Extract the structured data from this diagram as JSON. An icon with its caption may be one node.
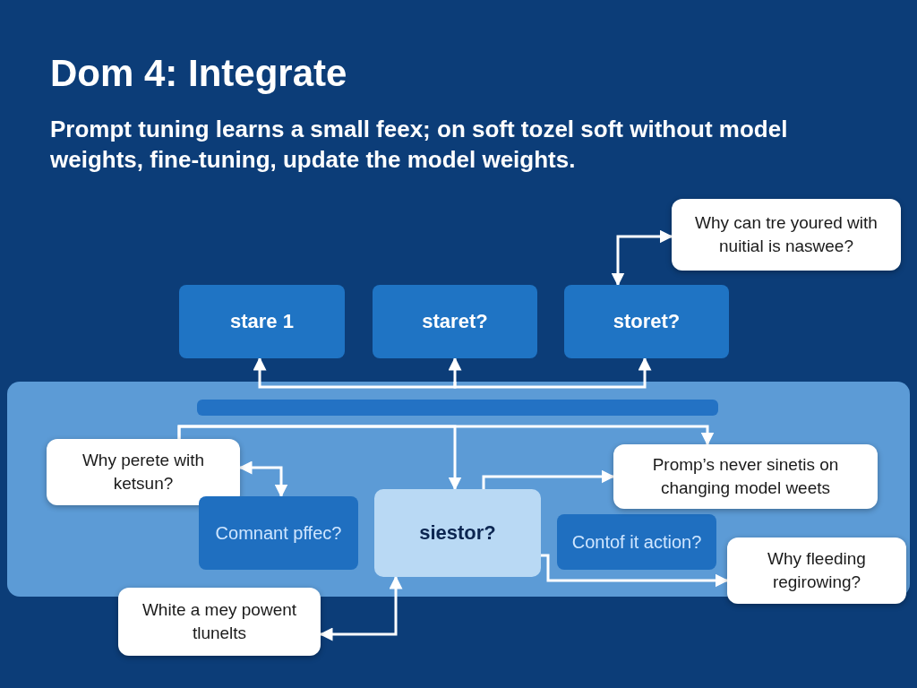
{
  "diagram": {
    "title": "Dom 4: Integrate",
    "nodes": [
      {
        "text": [
          "stare 1"
        ]
      },
      {
        "text": [
          "staret?"
        ]
      },
      {
        "text": [
          "storet?"
        ]
      },
      {
        "text": [
          "Why can tre youred with nuitial is naswee?"
        ]
      },
      {
        "text": [],
        "shape": "box"
      },
      {
        "text": [],
        "shape": "bar",
        "in": 4
      },
      {
        "text": [
          "Why perete with ketsun?"
        ],
        "in": 4
      },
      {
        "text": [
          "Comnant pffec?"
        ],
        "in": 4
      },
      {
        "text": [
          "siestor?"
        ],
        "in": 4
      },
      {
        "text": [
          "Contof it action?"
        ],
        "in": 4
      },
      {
        "text": [
          "Promp’s never sinetis on changing model weets"
        ],
        "in": 4
      },
      {
        "text": [
          "Why fleeding regirowing?"
        ]
      },
      {
        "text": [
          "White a mey powent tlunelts"
        ]
      }
    ],
    "edges": [
      {
        "from": 4,
        "to": 0,
        "arrow": "to"
      },
      {
        "from": 4,
        "to": 1,
        "arrow": "to"
      },
      {
        "from": 4,
        "to": 2,
        "arrow": "to"
      },
      {
        "from": 2,
        "to": 3,
        "arrow": "both"
      },
      {
        "from": 6,
        "to": 10,
        "arrow": "to"
      },
      {
        "from": 6,
        "to": 8,
        "arrow": "to"
      },
      {
        "from": 6,
        "to": 7,
        "arrow": "both"
      },
      {
        "from": 8,
        "to": 10,
        "arrow": "to"
      },
      {
        "from": 8,
        "to": 11,
        "arrow": "to"
      },
      {
        "from": 12,
        "to": 8,
        "arrow": "both"
      }
    ],
    "labels": [
      "Prompt tuning learns a small feex; on soft tozel soft without model weights, fine-tuning, update the model weights."
    ]
  }
}
